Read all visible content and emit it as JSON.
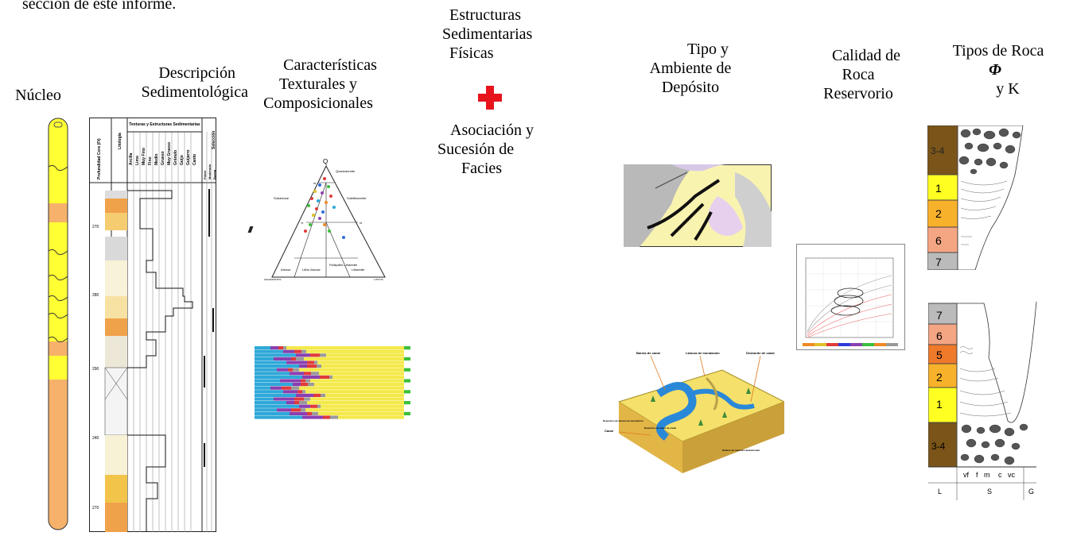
{
  "top_text": "sección de este informe.",
  "columns": {
    "nucleo": {
      "title": "Núcleo"
    },
    "descripcion": {
      "title_lines": [
        "Descripción",
        "Sedimentológica"
      ]
    },
    "caracteristicas": {
      "title_lines": [
        "Características",
        "Texturales y",
        "Composicionales"
      ]
    },
    "estructuras": {
      "title_lines": [
        "Estructuras",
        "Sedimentarias",
        "Físicas"
      ]
    },
    "asociacion": {
      "title_lines": [
        "Asociación y",
        "Sucesión de",
        "Facies"
      ]
    },
    "tipo_ambiente": {
      "title_lines": [
        "Tipo y",
        "Ambiente de",
        "Depósito"
      ]
    },
    "calidad": {
      "title_lines": [
        "Calidad de",
        "Roca",
        "Reservorio"
      ]
    },
    "tipos_roca": {
      "title_lines": [
        "Tipos de Roca"
      ],
      "phi_symbol": "Φ",
      "and_k": "y K"
    }
  },
  "core_log": {
    "header_group": "Texturas y Estructuras Sedimentarias",
    "depth_header": "Profundidad Core (Ft)",
    "litologia_header": "Litología",
    "seleccion_header": "Selección",
    "grain_columns": [
      "Arcilla",
      "Limo",
      "Muy Fino",
      "Fino",
      "Medio",
      "Grueso",
      "Muy Grueso",
      "Gránulo",
      "Guijo",
      "Guijarro",
      "Canto"
    ],
    "seleccion_columns": [
      "Pobre",
      "Moderada",
      "Buena"
    ],
    "depth_ticks": [
      "270",
      "280",
      "290",
      "240",
      "270"
    ]
  },
  "ternary": {
    "apex_label": "Q",
    "regions": [
      "Quartzarenite",
      "Subarkose",
      "Sublitharenite",
      "Arkose",
      "Lithic Arkose",
      "Feldspathic Litharenite",
      "Litharenite"
    ],
    "tick_labels": [
      "95",
      "75",
      "25"
    ],
    "corner_left": "FELDESPATOS",
    "corner_right": "LITICOS"
  },
  "bar_composition": {
    "colors": [
      "#2fa8d8",
      "#8a3fb0",
      "#e03a3a",
      "#9a9a9a",
      "#c9a36b",
      "#f4e94a",
      "#3bbf3b"
    ]
  },
  "block_diagram": {
    "labels": [
      "Barras de canal",
      "Llanura de inundación",
      "Desborde de canal",
      "Depósitos de llanura de inundación",
      "Depósitos de barra de canal",
      "Canal",
      "Relleno de meandro abandonado"
    ]
  },
  "rock_columns": {
    "upper": [
      "3-4",
      "1",
      "2",
      "6",
      "7"
    ],
    "lower": [
      "7",
      "6",
      "5",
      "2",
      "1",
      "3-4"
    ],
    "grain_scale": [
      "vf",
      "f",
      "m",
      "c",
      "vc"
    ],
    "base_labels": [
      "L",
      "S",
      "G"
    ]
  },
  "accent_colors": {
    "cross": "#e8141c",
    "core_yellow": "#ffff33",
    "core_orange": "#f6b26b"
  }
}
